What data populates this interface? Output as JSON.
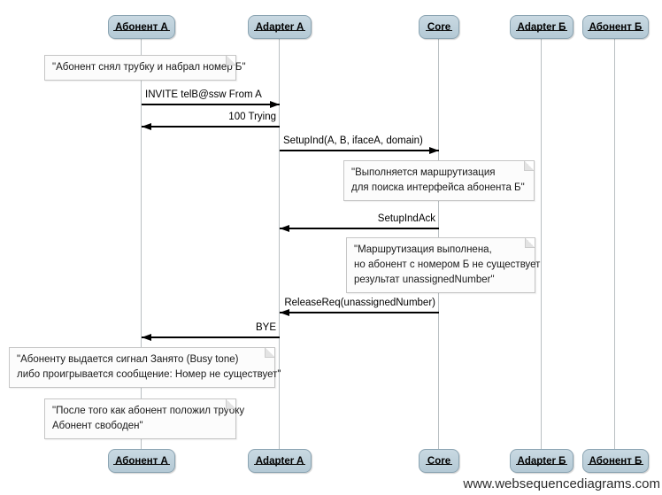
{
  "watermark": "www.websequencediagrams.com",
  "participants": [
    {
      "id": "abonent-a",
      "label": "Абонент А"
    },
    {
      "id": "adapter-a",
      "label": "Adapter A"
    },
    {
      "id": "core",
      "label": "Core"
    },
    {
      "id": "adapter-b",
      "label": "Adapter Б"
    },
    {
      "id": "abonent-b",
      "label": "Абонент Б"
    }
  ],
  "messages": [
    {
      "from": "Абонент А",
      "to": "Adapter A",
      "direction": "right",
      "label": "INVITE telB@ssw From A"
    },
    {
      "from": "Adapter A",
      "to": "Абонент А",
      "direction": "left",
      "label": "100 Trying"
    },
    {
      "from": "Adapter A",
      "to": "Core",
      "direction": "right",
      "label": "SetupInd(A, B, ifaceA, domain)"
    },
    {
      "from": "Core",
      "to": "Adapter A",
      "direction": "left",
      "label": "SetupIndAck"
    },
    {
      "from": "Core",
      "to": "Adapter A",
      "direction": "left",
      "label": "ReleaseReq(unassignedNumber)"
    },
    {
      "from": "Adapter A",
      "to": "Абонент А",
      "direction": "left",
      "label": "BYE"
    }
  ],
  "notes": [
    {
      "over": "Абонент А",
      "lines": [
        "\"Абонент снял трубку и набрал номер Б\""
      ]
    },
    {
      "over": "Core",
      "lines": [
        "\"Выполняется маршрутизация",
        "для поиска интерфейса абонента Б\""
      ]
    },
    {
      "over": "Core",
      "lines": [
        "\"Маршрутизация выполнена,",
        "но абонент с номером Б не существует",
        "результат unassignedNumber\""
      ]
    },
    {
      "over": "Абонент А",
      "lines": [
        "\"Абоненту выдается сигнал Занято (Busy tone)",
        "либо проигрывается сообщение: Номер не существует\""
      ]
    },
    {
      "over": "Абонент А",
      "lines": [
        "\"После того как абонент положил трубку",
        "Абонент свободен\""
      ]
    }
  ],
  "colors": {
    "actor_fill_top": "#c9d9e2",
    "actor_fill_bottom": "#b4c9d5",
    "actor_border": "#8ba4b2",
    "lifeline": "#b9bfc2",
    "note_fill": "#fcfcfc",
    "note_border": "#c6c6c6",
    "arrow": "#000000"
  }
}
